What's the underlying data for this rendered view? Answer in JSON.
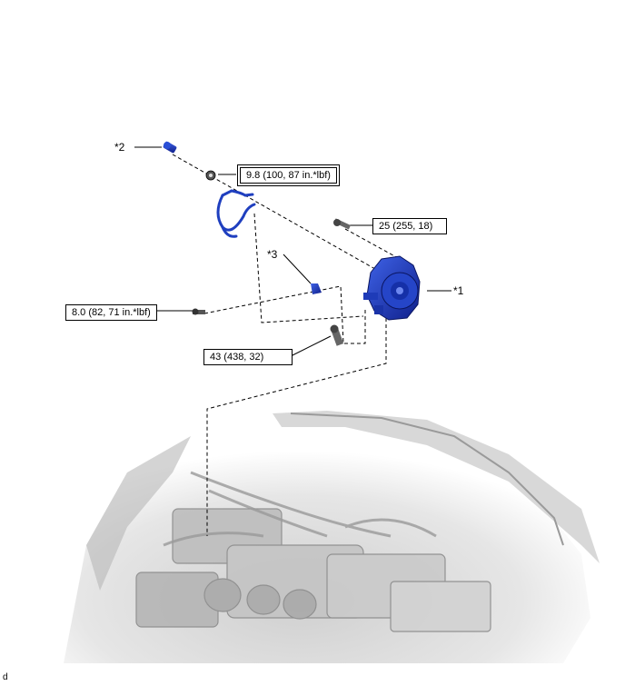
{
  "callouts": {
    "c1": "*1",
    "c2": "*2",
    "c3": "*3"
  },
  "torques": {
    "t1": "9.8 (100, 87 in.*lbf)",
    "t2": "25 (255, 18)",
    "t3": "8.0 (82, 71 in.*lbf)",
    "t4": "43 (438, 32)"
  },
  "corner_code": "d",
  "colors": {
    "part_blue": "#1f3fbf",
    "line": "#000000",
    "car_gray": "#d9d9d9"
  }
}
